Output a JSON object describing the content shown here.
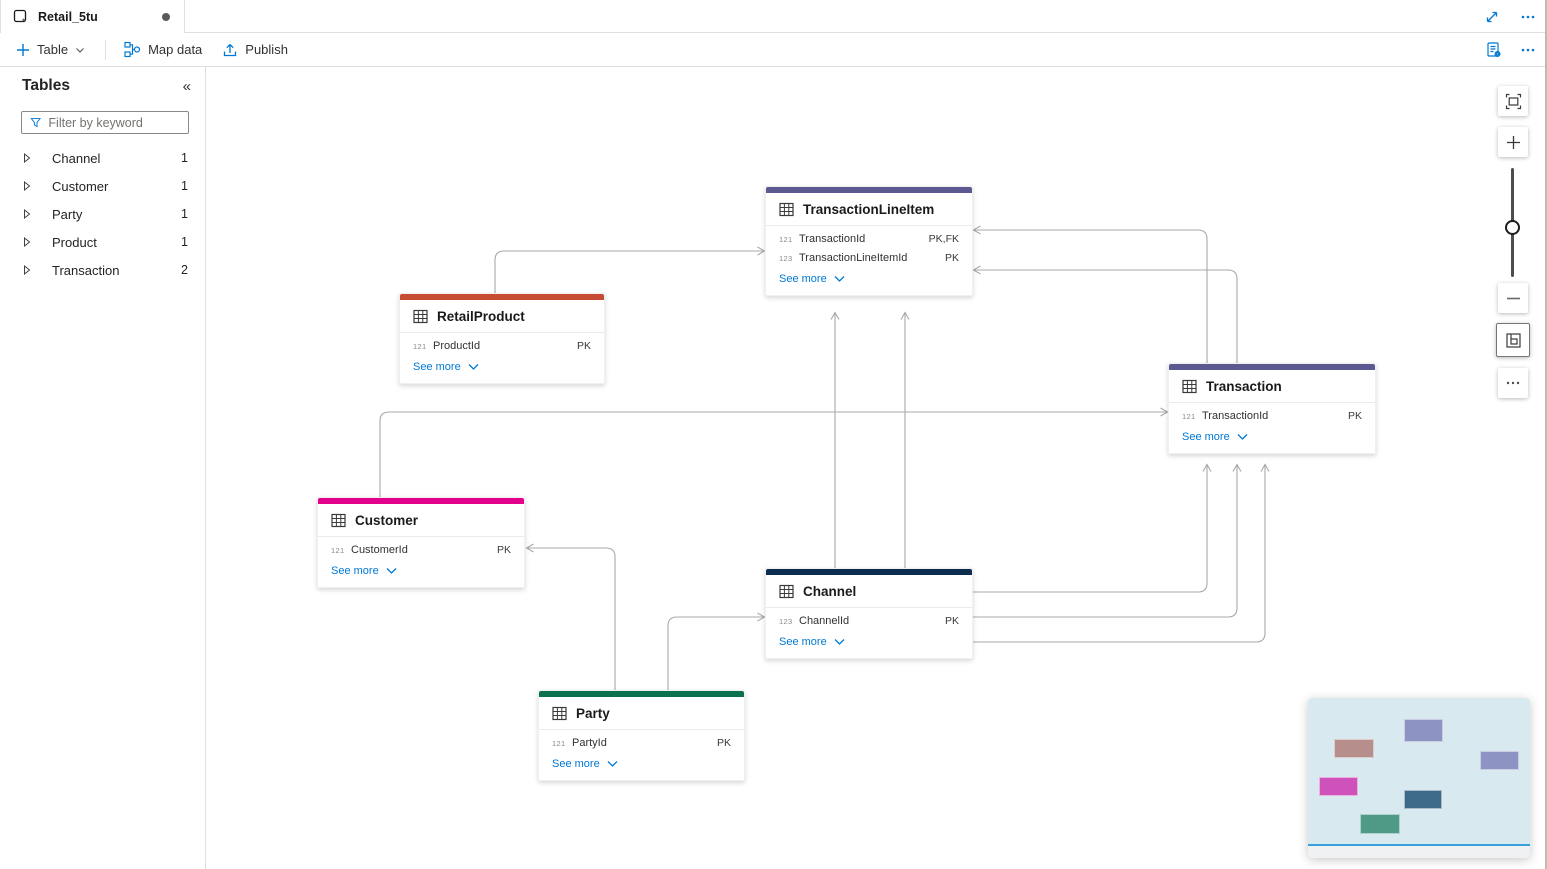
{
  "app": {
    "accent_color": "#0078d4"
  },
  "tab_bar": {
    "title": "Retail_5tu",
    "dirty_indicator_icon": "unsaved-dot",
    "expand_icon": "expand-diagonal-icon",
    "more_icon": "more-options-icon"
  },
  "toolbar": {
    "new_table_label": "Table",
    "map_data_label": "Map data",
    "publish_label": "Publish",
    "properties_icon": "properties-gear-icon",
    "more_icon": "more-options-icon"
  },
  "sidebar": {
    "title": "Tables",
    "collapse_icon": "«",
    "filter_placeholder": "Filter by keyword",
    "items": [
      {
        "label": "Channel",
        "count": "1"
      },
      {
        "label": "Customer",
        "count": "1"
      },
      {
        "label": "Party",
        "count": "1"
      },
      {
        "label": "Product",
        "count": "1"
      },
      {
        "label": "Transaction",
        "count": "2"
      }
    ]
  },
  "canvas": {
    "connector_color": "#a8a8a8",
    "tables": [
      {
        "name": "TransactionLineItem",
        "color": "#5c5992",
        "see_more": "See more",
        "fields": [
          {
            "type_icon": "121",
            "name": "TransactionId",
            "keys": "PK,FK"
          },
          {
            "type_icon": "123",
            "name": "TransactionLineItemId",
            "keys": "PK"
          }
        ]
      },
      {
        "name": "RetailProduct",
        "color": "#c74a33",
        "see_more": "See more",
        "fields": [
          {
            "type_icon": "121",
            "name": "ProductId",
            "keys": "PK"
          }
        ]
      },
      {
        "name": "Transaction",
        "color": "#5c5992",
        "see_more": "See more",
        "fields": [
          {
            "type_icon": "121",
            "name": "TransactionId",
            "keys": "PK"
          }
        ]
      },
      {
        "name": "Customer",
        "color": "#e3008c",
        "see_more": "See more",
        "fields": [
          {
            "type_icon": "121",
            "name": "CustomerId",
            "keys": "PK"
          }
        ]
      },
      {
        "name": "Channel",
        "color": "#0c2d4d",
        "see_more": "See more",
        "fields": [
          {
            "type_icon": "123",
            "name": "ChannelId",
            "keys": "PK"
          }
        ]
      },
      {
        "name": "Party",
        "color": "#0c7150",
        "see_more": "See more",
        "fields": [
          {
            "type_icon": "121",
            "name": "PartyId",
            "keys": "PK"
          }
        ]
      }
    ]
  },
  "zoom_controls": {
    "fit_icon": "fit-to-screen-icon",
    "zoom_in_icon": "plus-icon",
    "zoom_out_icon": "minus-icon",
    "minimap_toggle_icon": "minimap-icon",
    "more_icon": "more-options-icon"
  },
  "minimap": {
    "background_color": "#d9e9f0",
    "viewport_line_color": "#38a1dc",
    "blocks": [
      {
        "name": "TransactionLineItem",
        "color": "#8d93c2"
      },
      {
        "name": "RetailProduct",
        "color": "#b68f8d"
      },
      {
        "name": "Transaction",
        "color": "#8d93c2"
      },
      {
        "name": "Customer",
        "color": "#cf52bb"
      },
      {
        "name": "Channel",
        "color": "#3e6a8a"
      },
      {
        "name": "Party",
        "color": "#4f9a87"
      }
    ]
  }
}
